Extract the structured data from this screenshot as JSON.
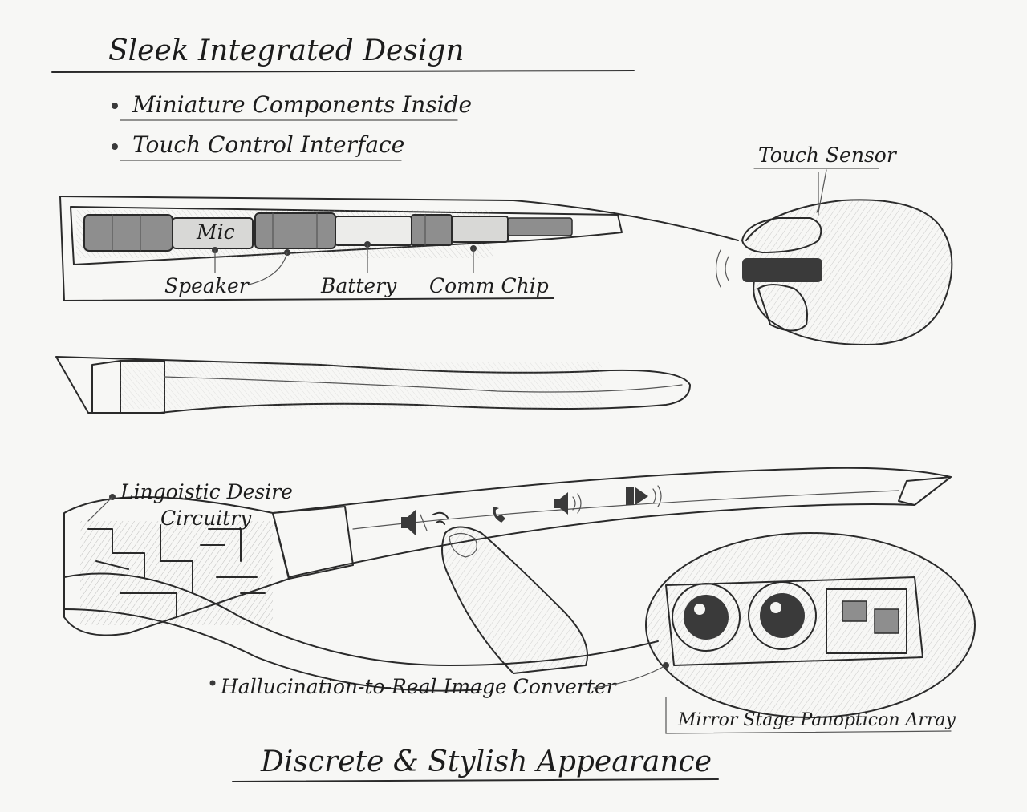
{
  "title": "Sleek Integrated Design",
  "bullets": [
    "Miniature Components Inside",
    "Touch Control Interface"
  ],
  "components": {
    "mic": "Mic",
    "speaker": "Speaker",
    "battery": "Battery",
    "comm_chip": "Comm Chip"
  },
  "touch_sensor": "Touch Sensor",
  "circuitry": [
    "Lingoistic Desire",
    "Circuitry"
  ],
  "converter": "Hallucination-to-Real Image Converter",
  "array": "Mirror Stage Panopticon Array",
  "footer": "Discrete & Stylish Appearance",
  "icons": [
    "mute-icon",
    "wireless-icon",
    "phone-icon",
    "volume-icon",
    "play-sound-icon"
  ],
  "colors": {
    "ink": "#1c1c1c",
    "paper": "#f7f7f5"
  }
}
